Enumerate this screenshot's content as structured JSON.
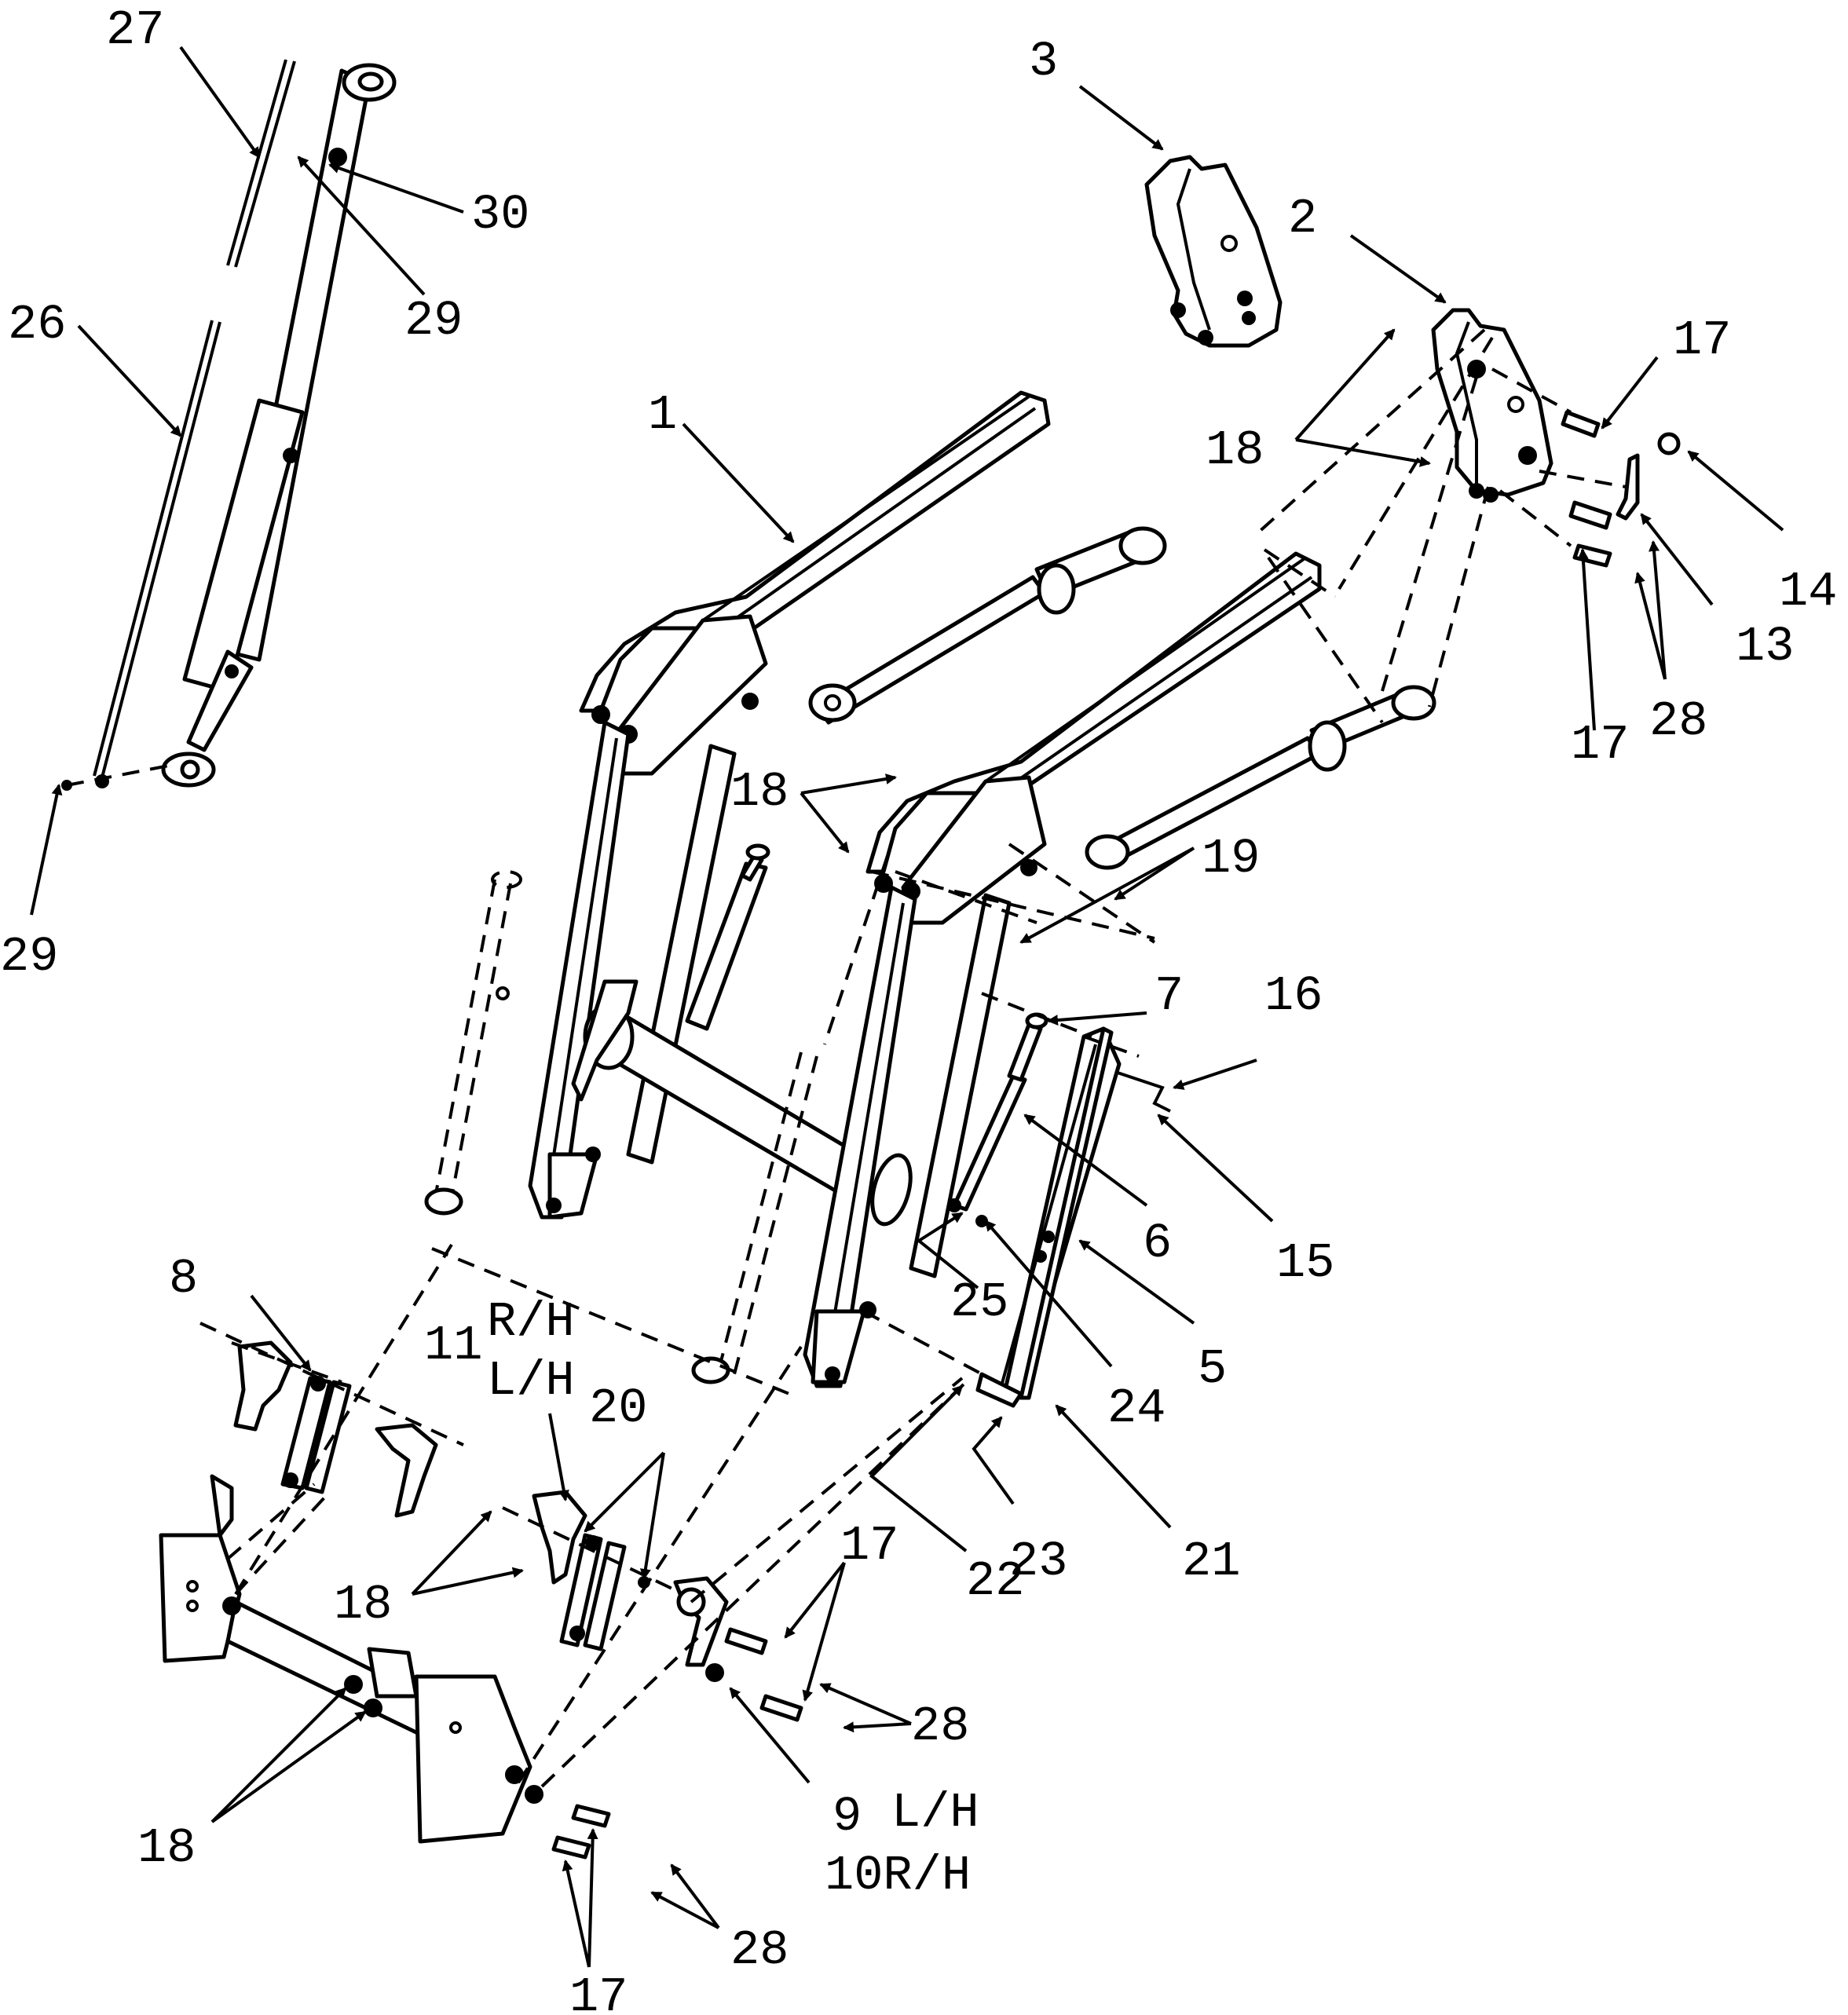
{
  "callouts": {
    "c1": "1",
    "c2": "2",
    "c3": "3",
    "c5": "5",
    "c6": "6",
    "c7": "7",
    "c8": "8",
    "c9": "9",
    "c9_side": "L/H",
    "c10": "10R/H",
    "c11": "11",
    "c11_rh": "R/H",
    "c11_lh": "L/H",
    "c13": "13",
    "c14": "14",
    "c15": "15",
    "c16": "16",
    "c17_a": "17",
    "c17_b": "17",
    "c17_c": "17",
    "c17_d": "17",
    "c18_a": "18",
    "c18_b": "18",
    "c18_c": "18",
    "c18_d": "18",
    "c19": "19",
    "c20": "20",
    "c21": "21",
    "c22": "22",
    "c23": "23",
    "c24": "24",
    "c25": "25",
    "c26": "26",
    "c27": "27",
    "c28_a": "28",
    "c28_b": "28",
    "c28_c": "28",
    "c29_a": "29",
    "c29_b": "29",
    "c30": "30"
  },
  "colors": {
    "line": "#000000",
    "background": "#ffffff"
  }
}
